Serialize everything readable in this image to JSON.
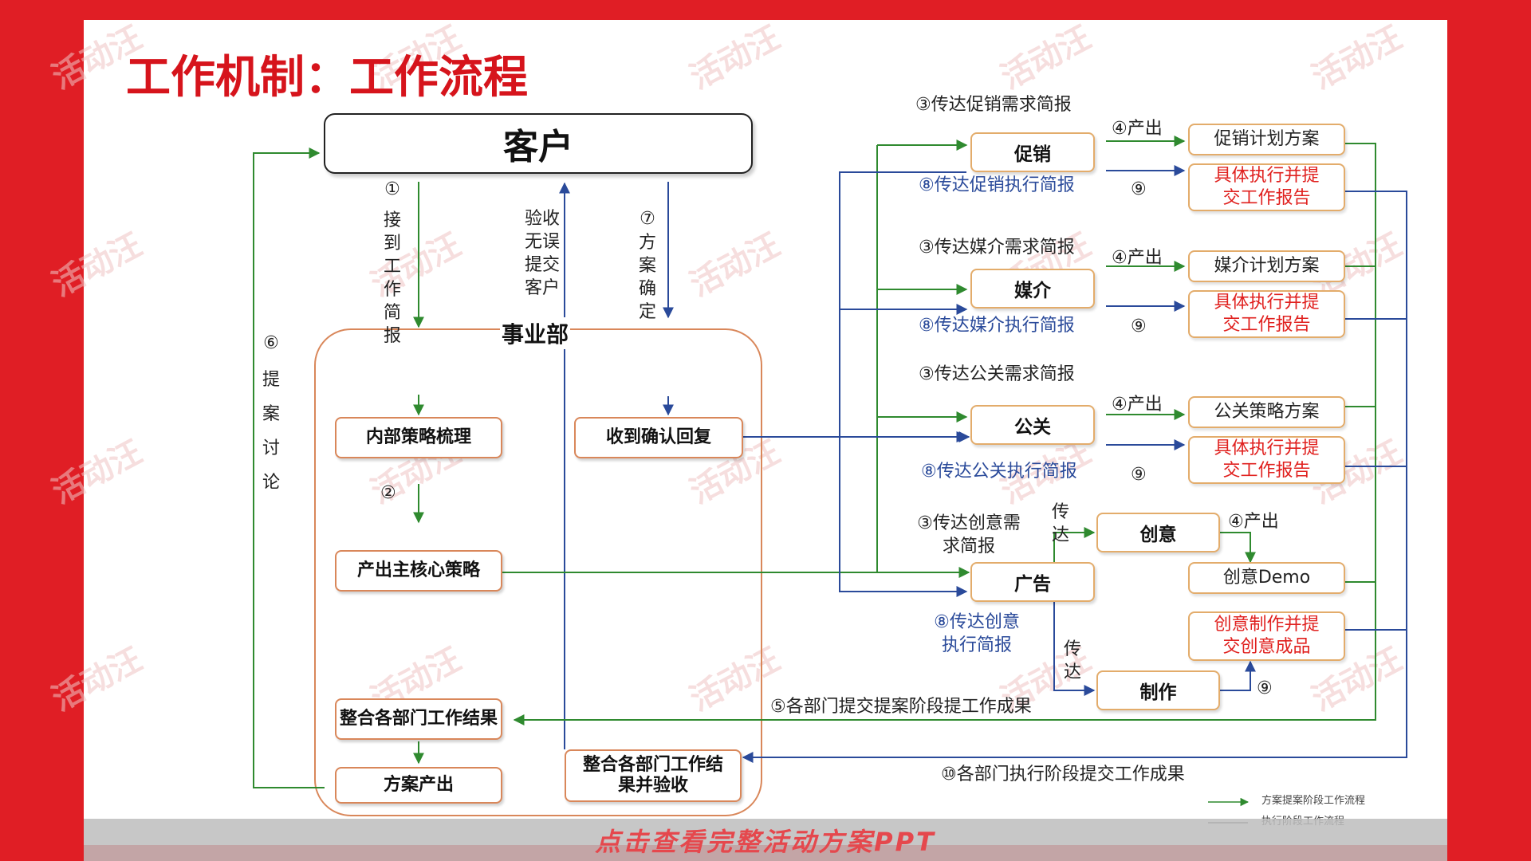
{
  "title": "工作机制：工作流程",
  "watermark": "活动汪",
  "footer_link": "点击查看完整活动方案PPT",
  "colors": {
    "accent": "#e01e25",
    "green": "#2f8a2f",
    "blue": "#2a4a9a"
  },
  "nodes": {
    "customer": "客户",
    "department": "事业部",
    "internal_strategy": "内部策略梳理",
    "core_strategy": "产出主核心策略",
    "integrate_results": "整合各部门工作结果",
    "proposal_output": "方案产出",
    "confirm_reply": "收到确认回复",
    "integrate_accept": "整合各部门工作结果并验收",
    "promotion": "促销",
    "media": "媒介",
    "pr": "公关",
    "advertising": "广告",
    "creative": "创意",
    "production": "制作",
    "promo_plan": "促销计划方案",
    "promo_exec": "具体执行并提交工作报告",
    "media_plan": "媒介计划方案",
    "media_exec": "具体执行并提交工作报告",
    "pr_plan": "公关策略方案",
    "pr_exec": "具体执行并提交工作报告",
    "creative_demo": "创意Demo",
    "creative_final": "创意制作并提交创意成品"
  },
  "labels": {
    "step1": "①",
    "step1_text": "接到工作简报",
    "step2": "②",
    "accept_text": "验收无误提交客户",
    "step7": "⑦",
    "step7_text": "方案确定",
    "step6": "⑥",
    "step6_text": "提案讨论",
    "promo_req": "③传达促销需求简报",
    "promo_exec_brief": "⑧传达促销执行简报",
    "media_req": "③传达媒介需求简报",
    "media_exec_brief": "⑧传达媒介执行简报",
    "pr_req": "③传达公关需求简报",
    "pr_exec_brief": "⑧传达公关执行简报",
    "creative_req": "③传达创意需求简报",
    "creative_exec_brief": "⑧传达创意执行简报",
    "output": "④产出",
    "step9": "⑨",
    "convey": "传达",
    "step5": "⑤各部门提交提案阶段提工作成果",
    "step10": "⑩各部门执行阶段提交工作成果"
  },
  "legend": {
    "proposal_flow": "方案提案阶段工作流程",
    "execution_flow": "执行阶段工作流程"
  }
}
